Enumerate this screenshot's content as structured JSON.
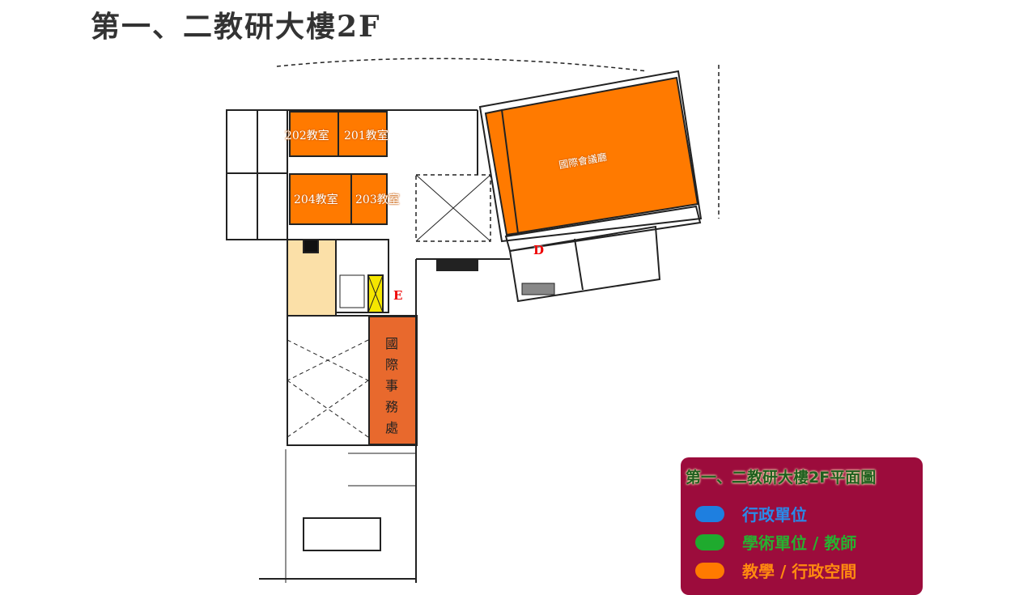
{
  "title": "第一、二教研大樓2F",
  "rooms": {
    "r202": "202教室",
    "r201": "201教室",
    "r204": "204教室",
    "r203": "203教室",
    "hall": "國際會議廳",
    "office": "國際事務處"
  },
  "markers": {
    "d": "D",
    "e": "E"
  },
  "legend": {
    "title": "第一、二教研大樓2F平面圖",
    "items": [
      {
        "label": "行政單位",
        "color": "#1e7fe0"
      },
      {
        "label": "學術單位 / 教師",
        "color": "#1faa2e"
      },
      {
        "label": "教學 / 行政空間",
        "color": "#ff7a00"
      }
    ]
  },
  "colors": {
    "classroom": "#ff7a00",
    "office": "#e8692d",
    "restroom": "#fbe0a8",
    "elevator": "#f5e600"
  }
}
